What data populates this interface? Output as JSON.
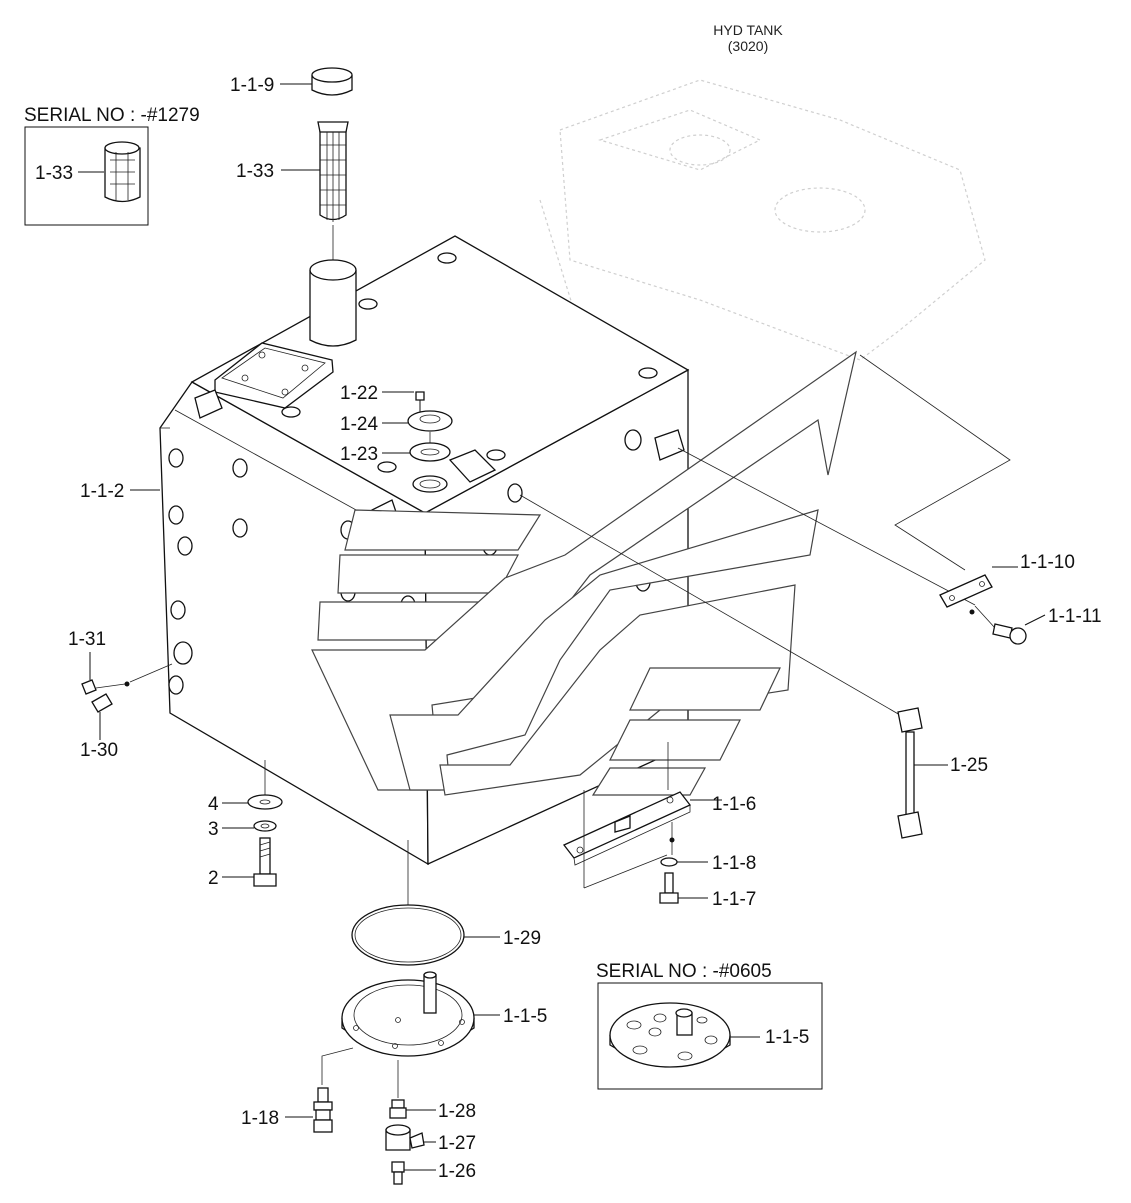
{
  "diagram": {
    "title_line1": "HYD TANK",
    "title_line2": "(3020)",
    "serial_box_1": "SERIAL NO : -#1279",
    "serial_box_2": "SERIAL NO : -#0605",
    "labels": {
      "p1_1_9": "1-1-9",
      "p1_33": "1-33",
      "p1_33_box": "1-33",
      "p1_22": "1-22",
      "p1_24": "1-24",
      "p1_23": "1-23",
      "p1_1_2": "1-1-2",
      "p1_1_10": "1-1-10",
      "p1_1_11": "1-1-11",
      "p1_31": "1-31",
      "p1_30": "1-30",
      "p1_25": "1-25",
      "p4": "4",
      "p3": "3",
      "p2": "2",
      "p1_1_6": "1-1-6",
      "p1_1_8": "1-1-8",
      "p1_1_7": "1-1-7",
      "p1_29": "1-29",
      "p1_1_5": "1-1-5",
      "p1_1_5_box": "1-1-5",
      "p1_18": "1-18",
      "p1_28": "1-28",
      "p1_27": "1-27",
      "p1_26": "1-26"
    }
  }
}
